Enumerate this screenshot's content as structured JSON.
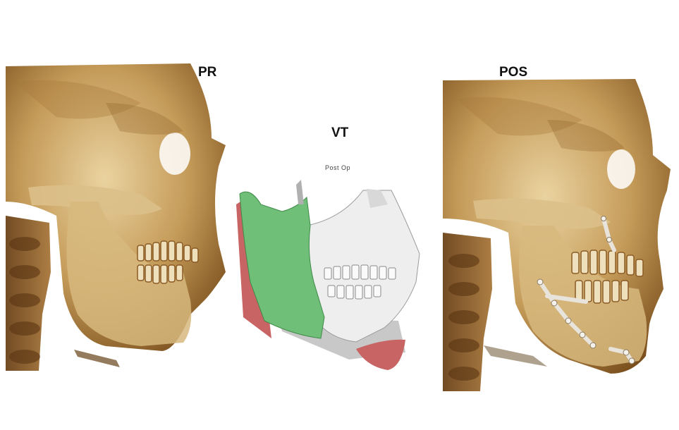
{
  "labels": {
    "pre": "PR",
    "vt": "VT",
    "post_op": "Post Op",
    "post": "POS"
  },
  "colors": {
    "bone": "#c49a58",
    "bone_dark": "#7a4e1c",
    "bone_light": "#e6cf9c",
    "green_segment": "#6fbf78",
    "red_segment": "#c86464",
    "white_segment": "#eeeeee"
  }
}
